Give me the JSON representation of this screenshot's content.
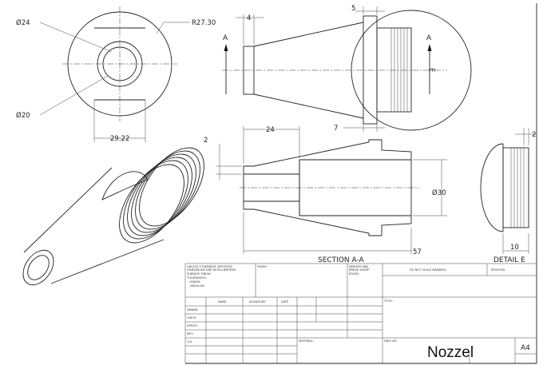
{
  "front_view": {
    "dims": {
      "d24": "Ø24",
      "r27": "R27.30",
      "d20": "Ø20",
      "w29": "29.22"
    }
  },
  "side_view": {
    "dims": {
      "d4": "4",
      "d5": "5",
      "d7": "7"
    },
    "cut_label_left": "A",
    "cut_label_right": "A",
    "detail_mark": "E"
  },
  "section_view": {
    "dims": {
      "d24": "24",
      "d2": "2",
      "d30": "Ø30",
      "d57": "57"
    },
    "label": "SECTION A-A"
  },
  "detail_view": {
    "dims": {
      "d2": "2",
      "d10": "10"
    },
    "label": "DETAIL E"
  },
  "title_block": {
    "tolerance_note": [
      "UNLESS OTHERWISE SPECIFIED:",
      "DIMENSIONS ARE IN MILLIMETERS",
      "SURFACE FINISH:",
      "TOLERANCES:",
      "LINEAR:",
      "ANGULAR:"
    ],
    "finish": "FINISH:",
    "deburr": [
      "DEBURR AND",
      "BREAK SHARP",
      "EDGES"
    ],
    "do_not_scale": "DO NOT SCALE DRAWING",
    "revision": "REVISION",
    "col_name": "NAME",
    "col_signature": "SIGNATURE",
    "col_date": "DATE",
    "rows": [
      "DRAWN",
      "CHK'D",
      "APPV'D",
      "MFG",
      "Q.A"
    ],
    "title_label": "TITLE:",
    "material": "MATERIAL:",
    "dwg_no": "DWG NO.",
    "part_name": "Nozzel",
    "sheet_size": "A4"
  }
}
